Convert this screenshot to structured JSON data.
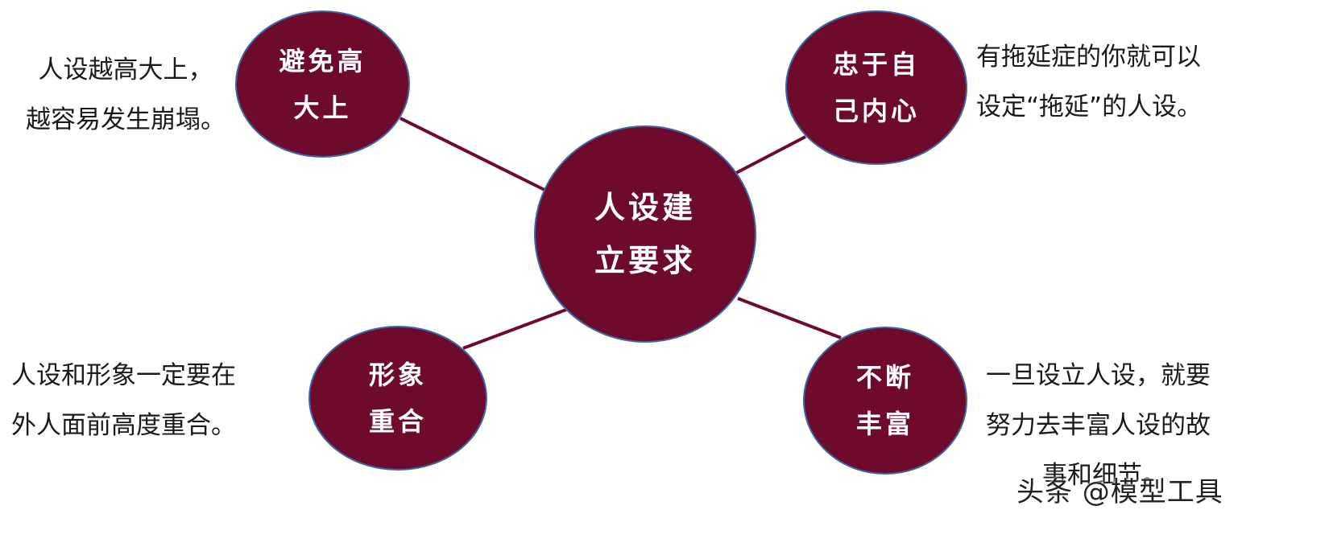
{
  "colors": {
    "node_fill": "#6e0b2c",
    "node_border": "#3b67a6",
    "connector": "#6e0b2c",
    "node_text": "#ffffff",
    "description_text": "#1a1a1a"
  },
  "center": {
    "lines": [
      "人设建",
      "立要求"
    ]
  },
  "nodes": [
    {
      "id": "avoid-lofty",
      "lines": [
        "避免高",
        "大上"
      ],
      "description": [
        "人设越高大上，",
        "越容易发生崩塌。"
      ]
    },
    {
      "id": "true-to-self",
      "lines": [
        "忠于自",
        "己内心"
      ],
      "description": [
        "有拖延症的你就可以",
        "设定“拖延”的人设。"
      ]
    },
    {
      "id": "image-match",
      "lines": [
        "形象",
        "重合"
      ],
      "description": [
        "人设和形象一定要在",
        "外人面前高度重合。"
      ]
    },
    {
      "id": "keep-enriching",
      "lines": [
        "不断",
        "丰富"
      ],
      "description": [
        "一旦设立人设，就要",
        "努力去丰富人设的故",
        "事和细节。"
      ]
    }
  ],
  "watermark": "头条 @模型工具"
}
